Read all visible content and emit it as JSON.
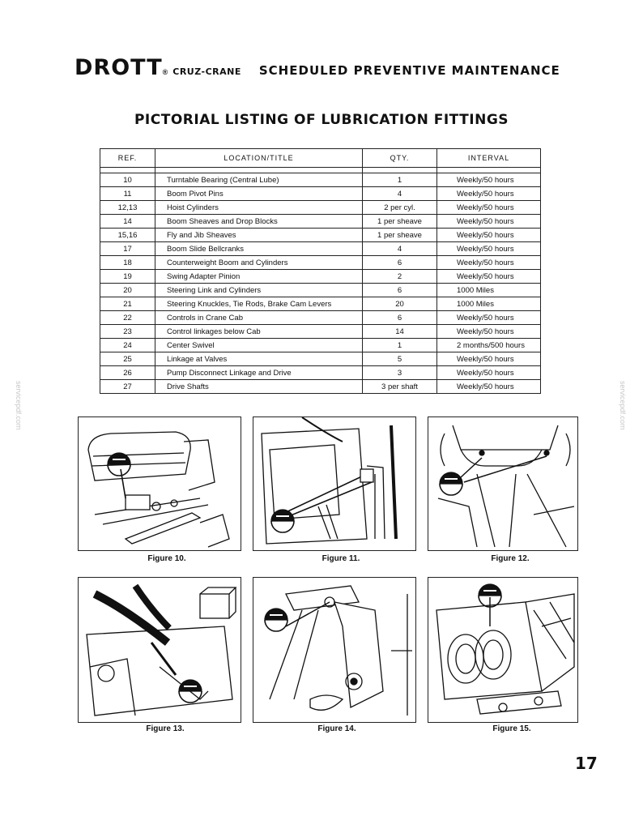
{
  "header": {
    "brand": "DROTT",
    "reg_mark": "®",
    "brand_sub": "CRUZ-CRANE",
    "title": "SCHEDULED PREVENTIVE MAINTENANCE"
  },
  "listing_title": "PICTORIAL LISTING OF LUBRICATION FITTINGS",
  "table": {
    "headers": [
      "REF.",
      "LOCATION/TITLE",
      "QTY.",
      "INTERVAL"
    ],
    "rows": [
      {
        "ref": "10",
        "location": "Turntable Bearing (Central Lube)",
        "qty": "1",
        "interval": "Weekly/50 hours"
      },
      {
        "ref": "11",
        "location": "Boom Pivot Pins",
        "qty": "4",
        "interval": "Weekly/50 hours"
      },
      {
        "ref": "12,13",
        "location": "Hoist Cylinders",
        "qty": "2 per cyl.",
        "interval": "Weekly/50 hours"
      },
      {
        "ref": "14",
        "location": "Boom Sheaves and Drop Blocks",
        "qty": "1 per sheave",
        "interval": "Weekly/50 hours"
      },
      {
        "ref": "15,16",
        "location": "Fly and Jib Sheaves",
        "qty": "1 per sheave",
        "interval": "Weekly/50 hours"
      },
      {
        "ref": "17",
        "location": "Boom Slide Bellcranks",
        "qty": "4",
        "interval": "Weekly/50 hours"
      },
      {
        "ref": "18",
        "location": "Counterweight Boom and Cylinders",
        "qty": "6",
        "interval": "Weekly/50 hours"
      },
      {
        "ref": "19",
        "location": "Swing Adapter Pinion",
        "qty": "2",
        "interval": "Weekly/50 hours"
      },
      {
        "ref": "20",
        "location": "Steering Link and Cylinders",
        "qty": "6",
        "interval": "1000 Miles"
      },
      {
        "ref": "21",
        "location": "Steering Knuckles, Tie Rods, Brake Cam Levers",
        "qty": "20",
        "interval": "1000 Miles"
      },
      {
        "ref": "22",
        "location": "Controls in Crane Cab",
        "qty": "6",
        "interval": "Weekly/50 hours"
      },
      {
        "ref": "23",
        "location": "Control linkages below Cab",
        "qty": "14",
        "interval": "Weekly/50 hours"
      },
      {
        "ref": "24",
        "location": "Center Swivel",
        "qty": "1",
        "interval": "2 months/500 hours"
      },
      {
        "ref": "25",
        "location": "Linkage at Valves",
        "qty": "5",
        "interval": "Weekly/50 hours"
      },
      {
        "ref": "26",
        "location": "Pump Disconnect Linkage and Drive",
        "qty": "3",
        "interval": "Weekly/50 hours"
      },
      {
        "ref": "27",
        "location": "Drive Shafts",
        "qty": "3 per shaft",
        "interval": "Weekly/50 hours"
      }
    ]
  },
  "figures": [
    {
      "caption": "Figure 10."
    },
    {
      "caption": "Figure 11."
    },
    {
      "caption": "Figure 12."
    },
    {
      "caption": "Figure 13."
    },
    {
      "caption": "Figure 14."
    },
    {
      "caption": "Figure 15."
    }
  ],
  "page_number": "17",
  "watermark": "servicepdf.com"
}
